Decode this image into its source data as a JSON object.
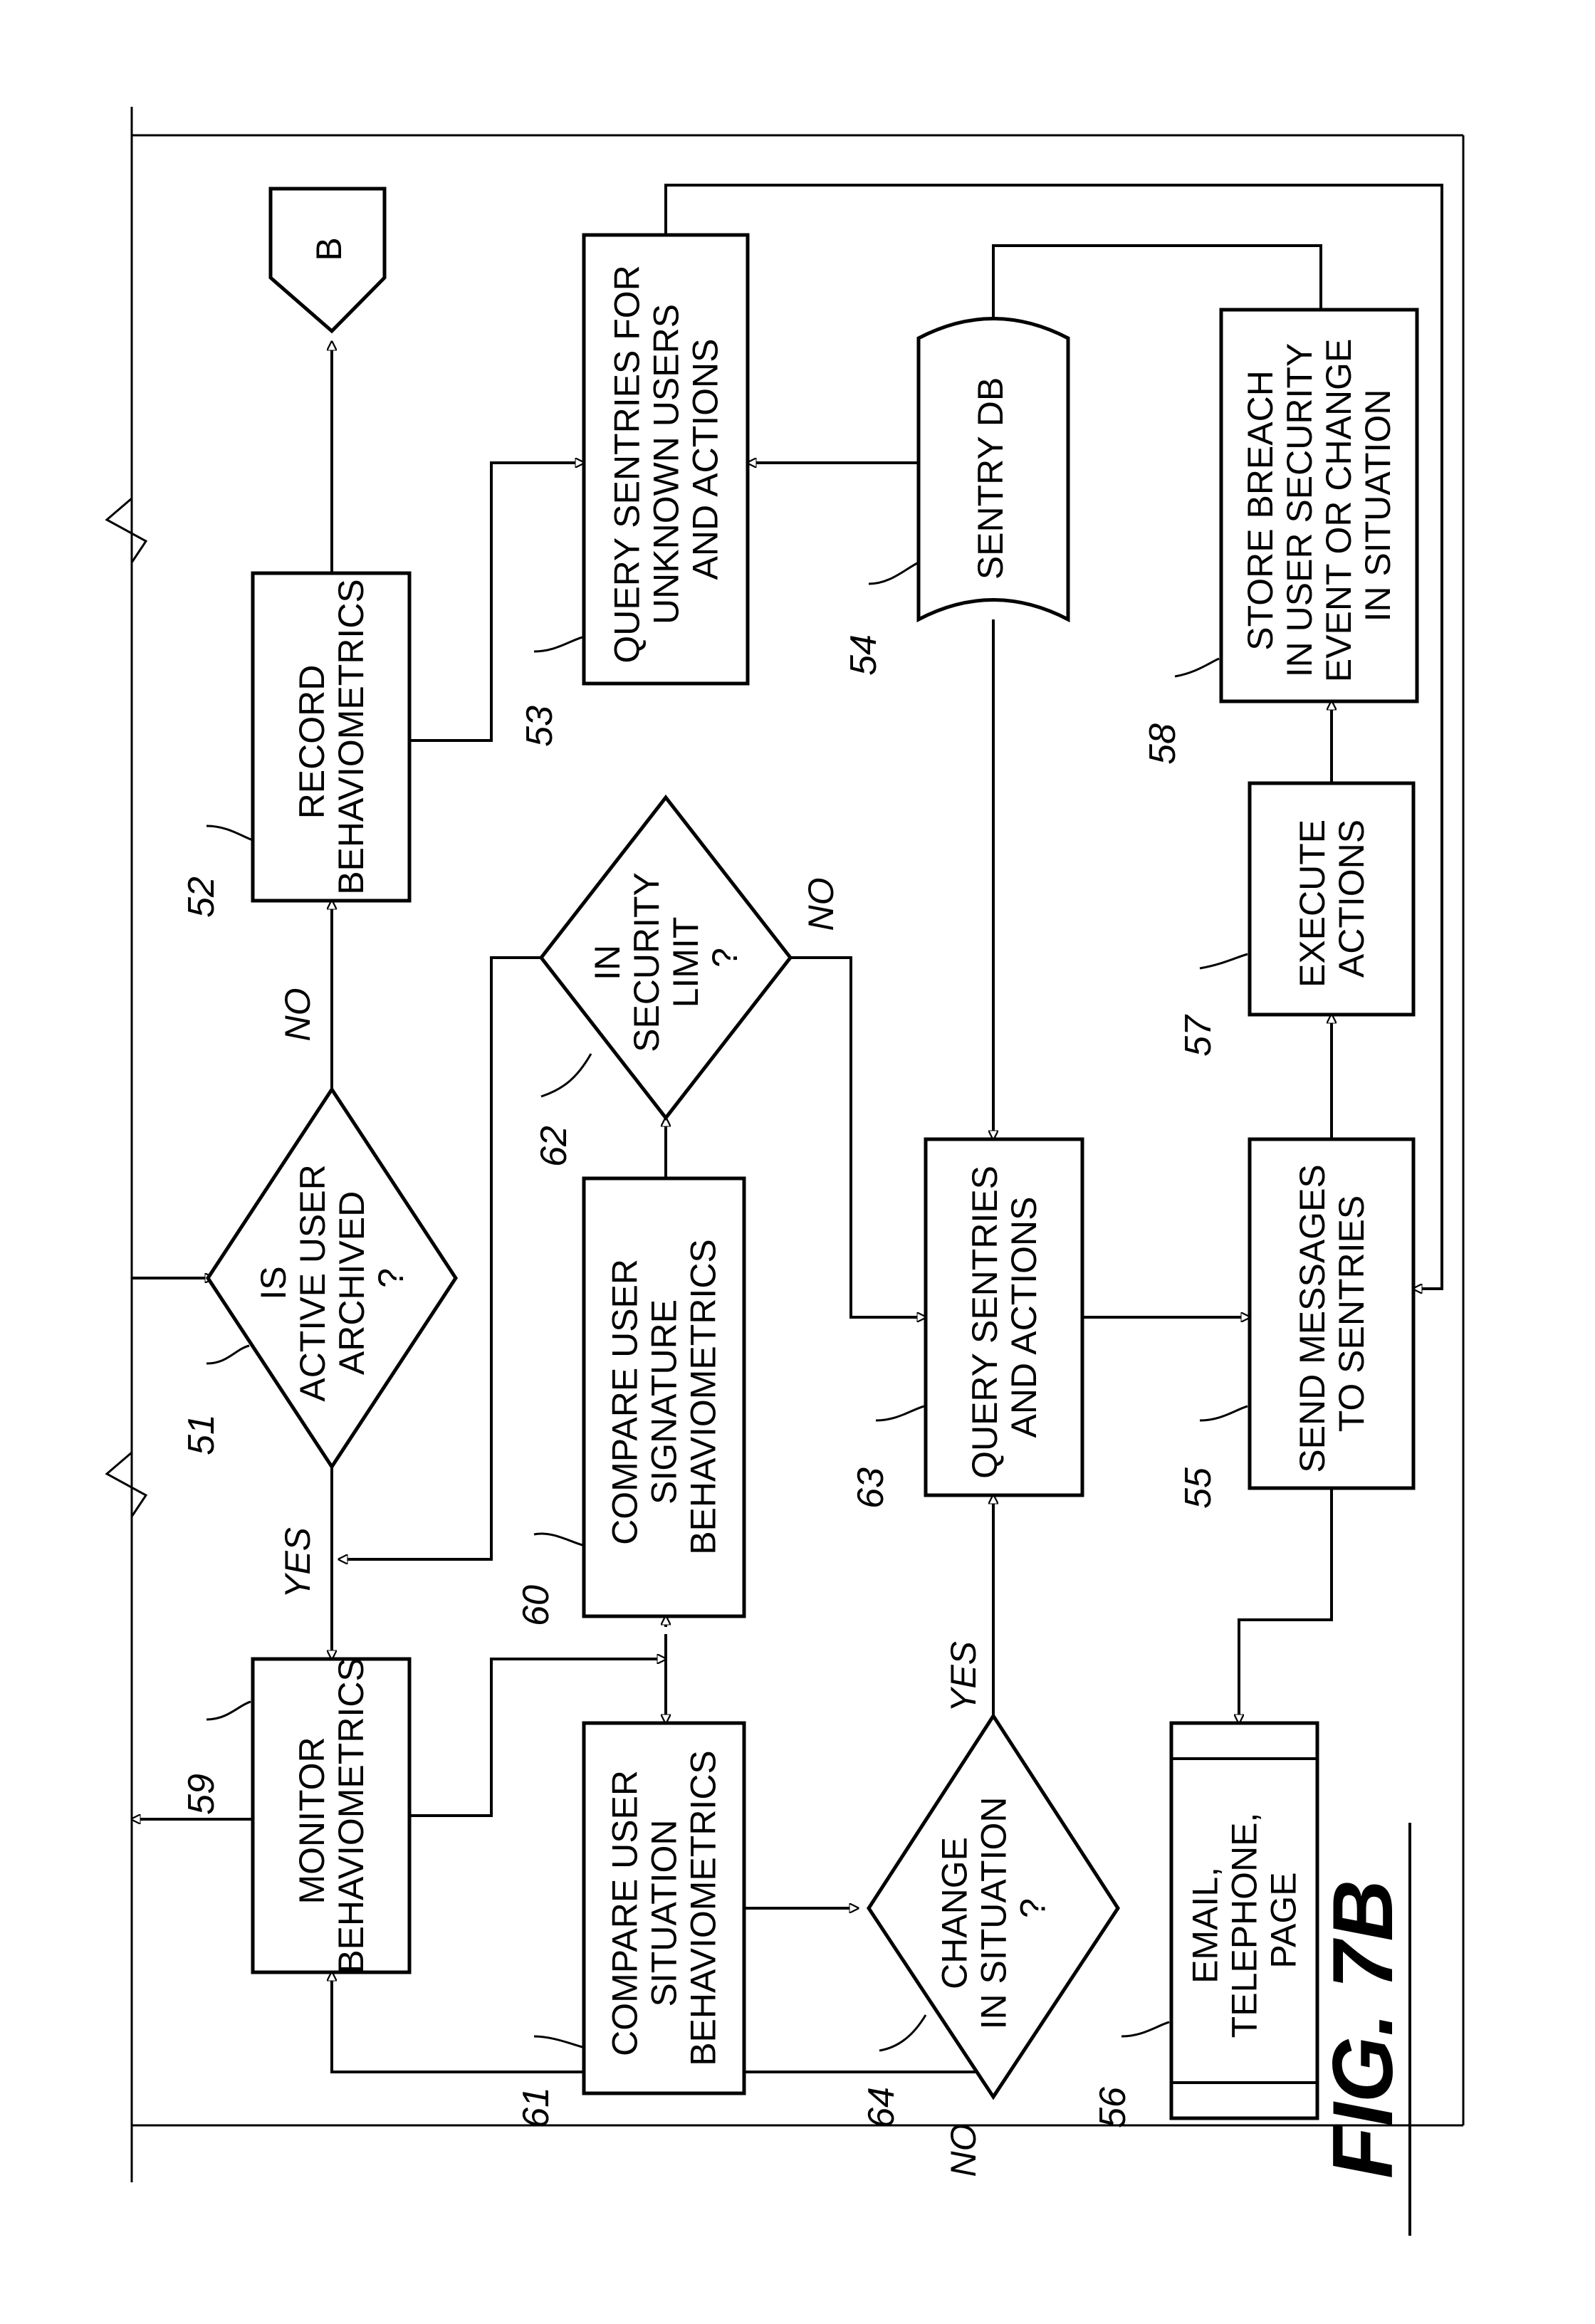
{
  "figure": {
    "label": "FIG. 7B"
  },
  "nodes": {
    "connector_b": {
      "label": "B"
    },
    "monitor": {
      "ref": "59",
      "lines": [
        "MONITOR",
        "BEHAVIOMETRICS"
      ]
    },
    "is_active_user_archived": {
      "ref": "51",
      "lines": [
        "IS",
        "ACTIVE USER",
        "ARCHIVED",
        "?"
      ]
    },
    "record": {
      "ref": "52",
      "lines": [
        "RECORD",
        "BEHAVIOMETRICS"
      ]
    },
    "compare_situation": {
      "ref": "61",
      "lines": [
        "COMPARE USER",
        "SITUATION",
        "BEHAVIOMETRICS"
      ]
    },
    "compare_signature": {
      "ref": "60",
      "lines": [
        "COMPARE USER",
        "SIGNATURE",
        "BEHAVIOMETRICS"
      ]
    },
    "in_security_limit": {
      "ref": "62",
      "lines": [
        "IN",
        "SECURITY",
        "LIMIT",
        "?"
      ]
    },
    "query_unknown": {
      "ref": "53",
      "lines": [
        "QUERY SENTRIES FOR",
        "UNKNOWN USERS",
        "AND ACTIONS"
      ]
    },
    "change_in_situation": {
      "ref": "64",
      "lines": [
        "CHANGE",
        "IN SITUATION",
        "?"
      ]
    },
    "query_sentries": {
      "ref": "63",
      "lines": [
        "QUERY SENTRIES",
        "AND ACTIONS"
      ]
    },
    "sentry_db": {
      "ref": "54",
      "lines": [
        "SENTRY DB"
      ]
    },
    "email": {
      "ref": "56",
      "lines": [
        "EMAIL,",
        "TELEPHONE,",
        "PAGE"
      ]
    },
    "send_messages": {
      "ref": "55",
      "lines": [
        "SEND MESSAGES",
        "TO SENTRIES"
      ]
    },
    "execute": {
      "ref": "57",
      "lines": [
        "EXECUTE",
        "ACTIONS"
      ]
    },
    "store_breach": {
      "ref": "58",
      "lines": [
        "STORE BREACH",
        "IN USER SECURITY",
        "EVENT OR CHANGE",
        "IN SITUATION"
      ]
    }
  },
  "edge_labels": {
    "yes_51": "YES",
    "no_51": "NO",
    "no_62": "NO",
    "yes_64": "YES",
    "no_64": "NO"
  }
}
